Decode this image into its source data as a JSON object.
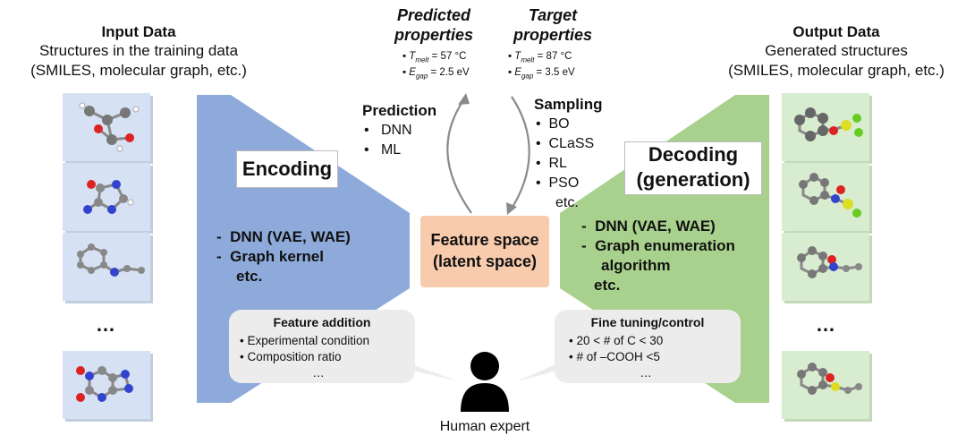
{
  "input": {
    "title": "Input Data",
    "line1": "Structures in the training data",
    "line2": "(SMILES, molecular graph, etc.)",
    "ellipsis": "…"
  },
  "output": {
    "title": "Output Data",
    "line1": "Generated structures",
    "line2": "(SMILES, molecular graph, etc.)",
    "ellipsis": "…"
  },
  "predicted": {
    "title1": "Predicted",
    "title2": "properties",
    "tmelt_var": "T",
    "tmelt_sub": "melt",
    "tmelt_val": "= 57 °C",
    "egap_var": "E",
    "egap_sub": "gap",
    "egap_val": "= 2.5 eV"
  },
  "target": {
    "title1": "Target",
    "title2": "properties",
    "tmelt_var": "T",
    "tmelt_sub": "melt",
    "tmelt_val": "= 87 °C",
    "egap_var": "E",
    "egap_sub": "gap",
    "egap_val": "= 3.5 eV"
  },
  "prediction": {
    "title": "Prediction",
    "items": [
      "DNN",
      "ML"
    ]
  },
  "sampling": {
    "title": "Sampling",
    "items": [
      "BO",
      "CLaSS",
      "RL",
      "PSO"
    ],
    "etc": "etc."
  },
  "encoding": {
    "label": "Encoding",
    "items": [
      "DNN (VAE, WAE)",
      "Graph kernel"
    ],
    "etc": "etc."
  },
  "decoding": {
    "label1": "Decoding",
    "label2": "(generation)",
    "items": [
      "DNN (VAE, WAE)",
      "Graph enumeration",
      "algorithm"
    ],
    "etc": "etc."
  },
  "feature_space": {
    "line1": "Feature space",
    "line2": "(latent space)"
  },
  "feature_addition": {
    "title": "Feature addition",
    "items": [
      "Experimental condition",
      "Composition ratio"
    ],
    "more": "…"
  },
  "fine_tuning": {
    "title": "Fine tuning/control",
    "items": [
      "20 < # of C < 30",
      "# of –COOH <5"
    ],
    "more": "…"
  },
  "human": {
    "label": "Human expert"
  },
  "colors": {
    "encoder_blue": "#8eaadb",
    "decoder_green": "#a9d18e",
    "feature_orange": "#f8cbad",
    "input_card": "#d6e1f3",
    "output_card": "#d8ecd0"
  }
}
